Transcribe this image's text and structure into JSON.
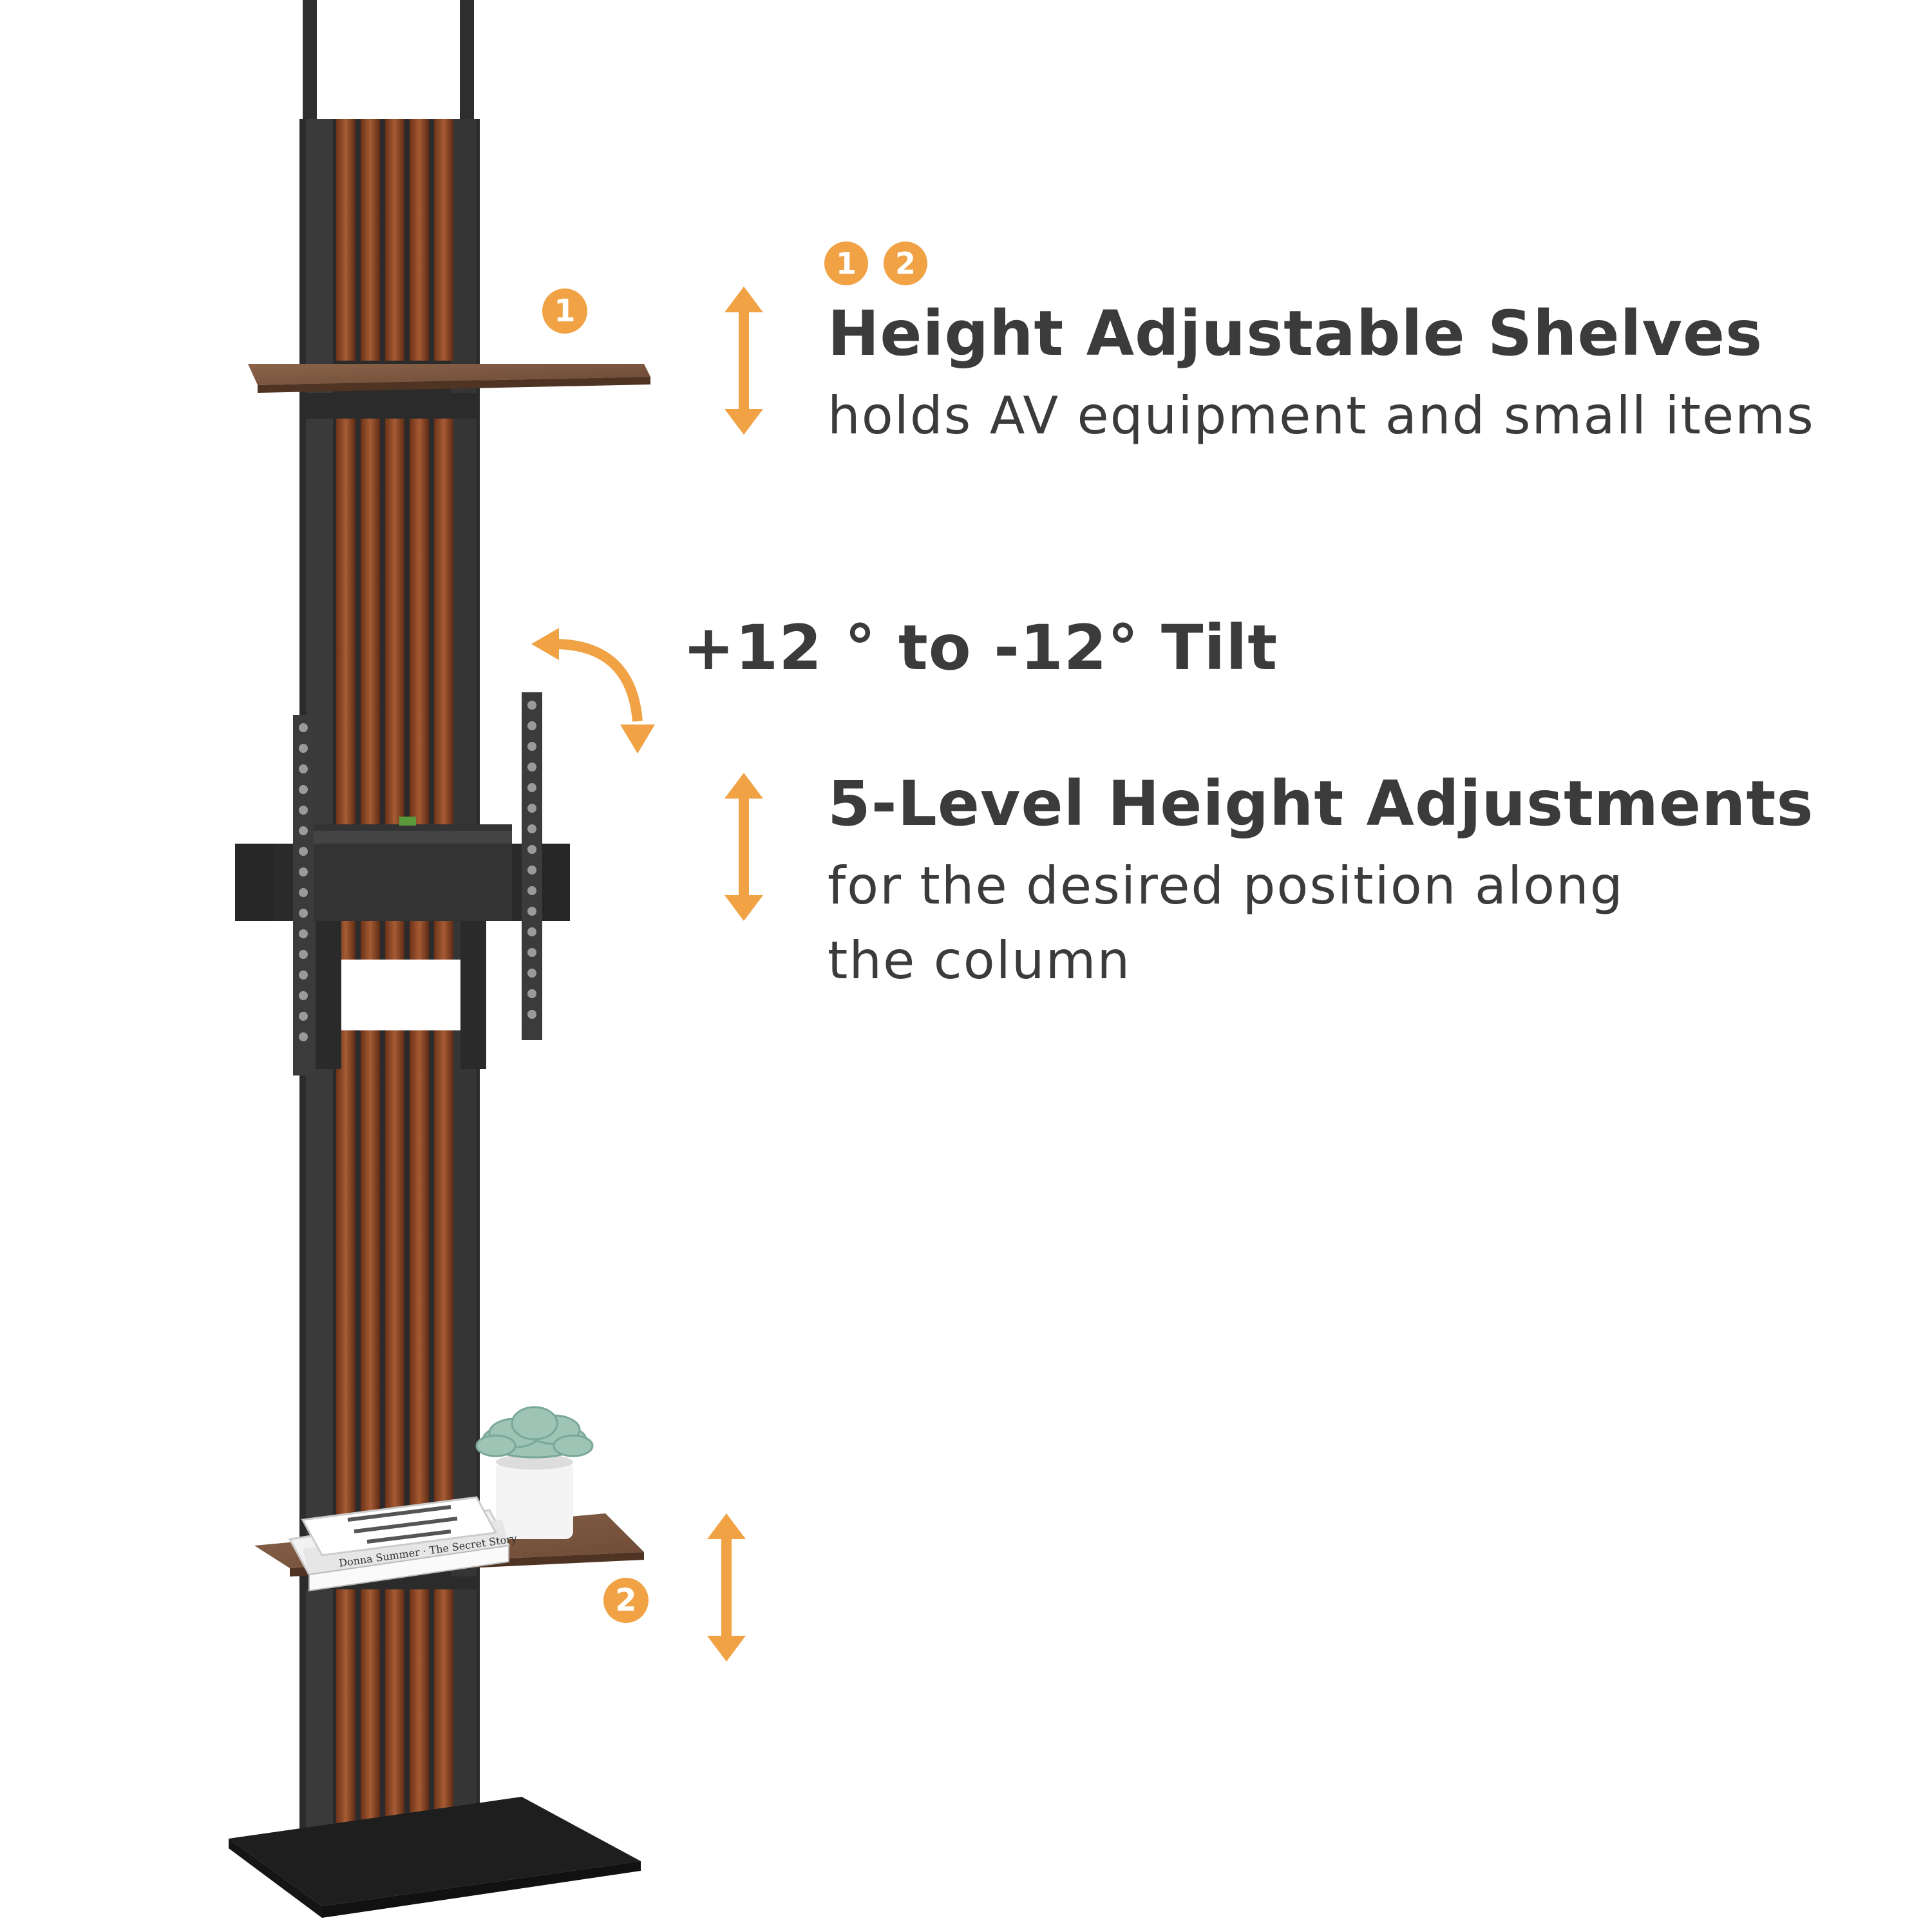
{
  "badges": {
    "shelf_top": "1",
    "shelf_bottom": "2",
    "pair_first": "1",
    "pair_second": "2"
  },
  "features": {
    "shelves_title": "Height Adjustable Shelves",
    "shelves_desc": "holds AV equipment and small items",
    "tilt_title": "+12 ° to -12° Tilt",
    "height_title": "5-Level Height Adjustments",
    "height_desc_line1": "for the desired position along",
    "height_desc_line2": "the column"
  },
  "book": {
    "cover_text": "Donna Summer · The Secret Story"
  },
  "colors": {
    "accent": "#f0a244",
    "text": "#3b3b3b",
    "frame": "#2b2b2b",
    "wood": "#8a4a2a",
    "shelf": "#7a5640"
  }
}
